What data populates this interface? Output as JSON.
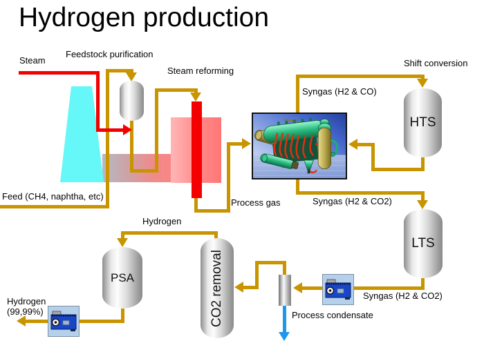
{
  "title": "Hydrogen production",
  "labels": {
    "steam": "Steam",
    "feedstock_purification": "Feedstock purification",
    "steam_reforming": "Steam reforming",
    "shift_conversion": "Shift conversion",
    "syngas_h2_co": "Syngas (H2 & CO)",
    "feed": "Feed (CH4, naphtha, etc)",
    "process_gas": "Process gas",
    "syngas_h2_co2_upper": "Syngas (H2 & CO2)",
    "hydrogen": "Hydrogen",
    "syngas_h2_co2_lower": "Syngas (H2 & CO2)",
    "process_condensate": "Process condensate",
    "hydrogen_product_line1": "Hydrogen",
    "hydrogen_product_line2": "(99,99%)"
  },
  "vessels": {
    "hts": "HTS",
    "lts": "LTS",
    "psa": "PSA",
    "co2_removal": "CO2 removal"
  },
  "colors": {
    "pipe_gold": "#c89400",
    "steam_red": "#f40000",
    "furnace_cyan": "#66f8f8",
    "condensate_blue": "#1e97ee",
    "compressor_blue": "#1846c8"
  }
}
